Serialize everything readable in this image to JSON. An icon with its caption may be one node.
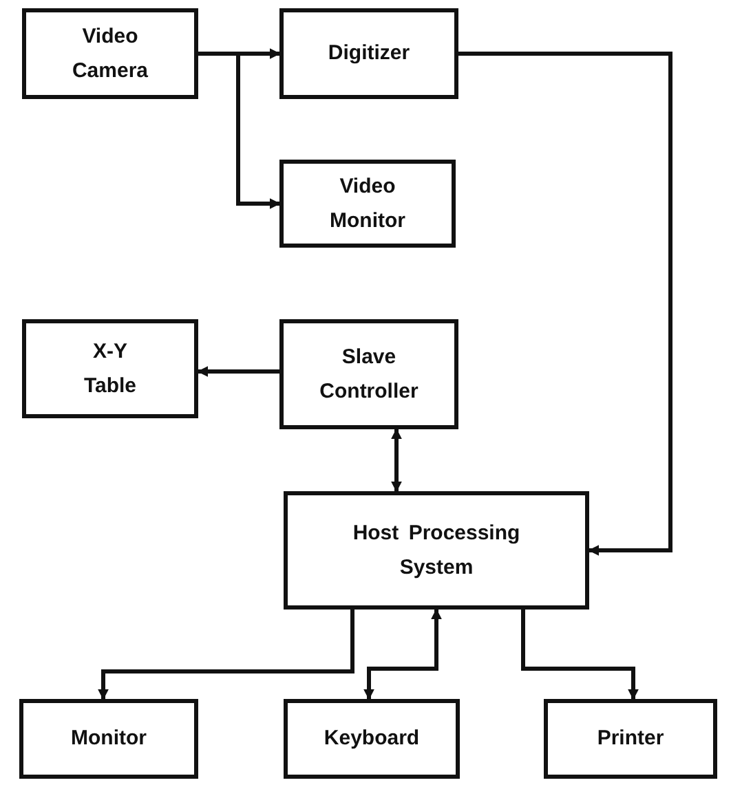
{
  "diagram": {
    "nodes": [
      {
        "text": [
          "Video Camera"
        ]
      },
      {
        "text": [
          "Digitizer"
        ]
      },
      {
        "text": [
          "Video Monitor"
        ]
      },
      {
        "text": [
          "X-Y Table"
        ]
      },
      {
        "text": [
          "Slave Controller"
        ]
      },
      {
        "text": [
          "Host Processing System"
        ]
      },
      {
        "text": [
          "Monitor"
        ]
      },
      {
        "text": [
          "Keyboard"
        ]
      },
      {
        "text": [
          "Printer"
        ]
      }
    ],
    "edges": [
      {
        "from": 0,
        "to": 1,
        "arrow": "to"
      },
      {
        "from": 0,
        "to": 2,
        "arrow": "to"
      },
      {
        "from": 1,
        "to": 5,
        "arrow": "to"
      },
      {
        "from": 4,
        "to": 3,
        "arrow": "to"
      },
      {
        "from": 4,
        "to": 5,
        "arrow": "both"
      },
      {
        "from": 5,
        "to": 6,
        "arrow": "to"
      },
      {
        "from": 5,
        "to": 7,
        "arrow": "both"
      },
      {
        "from": 5,
        "to": 8,
        "arrow": "to"
      }
    ]
  }
}
